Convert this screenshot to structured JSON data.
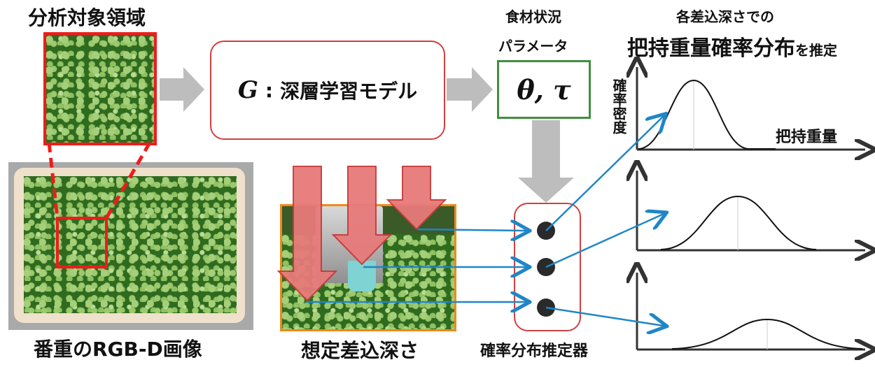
{
  "region_title": "分析対象領域",
  "source_image_label": "番重のRGB-D画像",
  "model_box": {
    "symbol": "G",
    "separator": ":",
    "text": "深層学習モデル"
  },
  "params": {
    "title_line1": "食材状況",
    "title_line2": "パラメータ",
    "value": "θ, τ"
  },
  "depths_label": "想定差込深さ",
  "estimator_label": "確率分布推定器",
  "right_title": {
    "line1": "各差込深さでの",
    "line2_bold": "把持重量確率分布",
    "line2_small": "を推定"
  },
  "axis_labels": {
    "y": "確率密度",
    "x": "把持重量"
  },
  "colors": {
    "red": "#ee1c1c",
    "model_border": "#d04040",
    "param_border": "#3f8f3f",
    "gray_arrow": "#bdbdbd",
    "blue_arrow": "#1f86c8",
    "depth_arrow_fill": "#e77a7a",
    "depth_arrow_stroke": "#c83a3a",
    "orange_frame": "#f08a1a",
    "dot": "#2a2a2a"
  }
}
